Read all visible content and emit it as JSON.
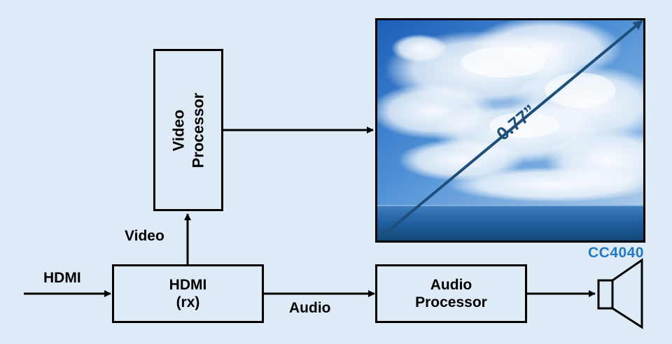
{
  "blocks": {
    "video_processor": "Video\nProcessor",
    "hdmi_rx": "HDMI\n(rx)",
    "audio_processor": "Audio\nProcessor"
  },
  "labels": {
    "hdmi_input": "HDMI",
    "video": "Video",
    "audio": "Audio",
    "diagonal": "0.77”",
    "model": "CC4040"
  },
  "colors": {
    "background": "#deeaf6",
    "model_label": "#1f7ac2",
    "diagonal_arrow": "#1d4f7a"
  },
  "icons": {
    "speaker": "speaker-icon",
    "display_image": "sky-ocean-photo"
  }
}
